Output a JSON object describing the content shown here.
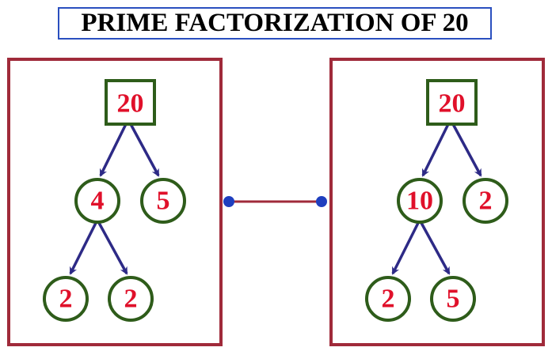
{
  "title": "PRIME FACTORIZATION OF 20",
  "colors": {
    "panel_border": "#a02a3a",
    "node_border": "#2e5c1a",
    "node_text": "#e0102a",
    "edge": "#2d2a86",
    "connector_line": "#a02a3a",
    "connector_dot": "#1f3fbf",
    "title_border": "#2a4fbf"
  },
  "trees": [
    {
      "root": "20",
      "level1": [
        "4",
        "5"
      ],
      "level2": [
        "2",
        "2"
      ]
    },
    {
      "root": "20",
      "level1": [
        "10",
        "2"
      ],
      "level2": [
        "2",
        "5"
      ]
    }
  ]
}
